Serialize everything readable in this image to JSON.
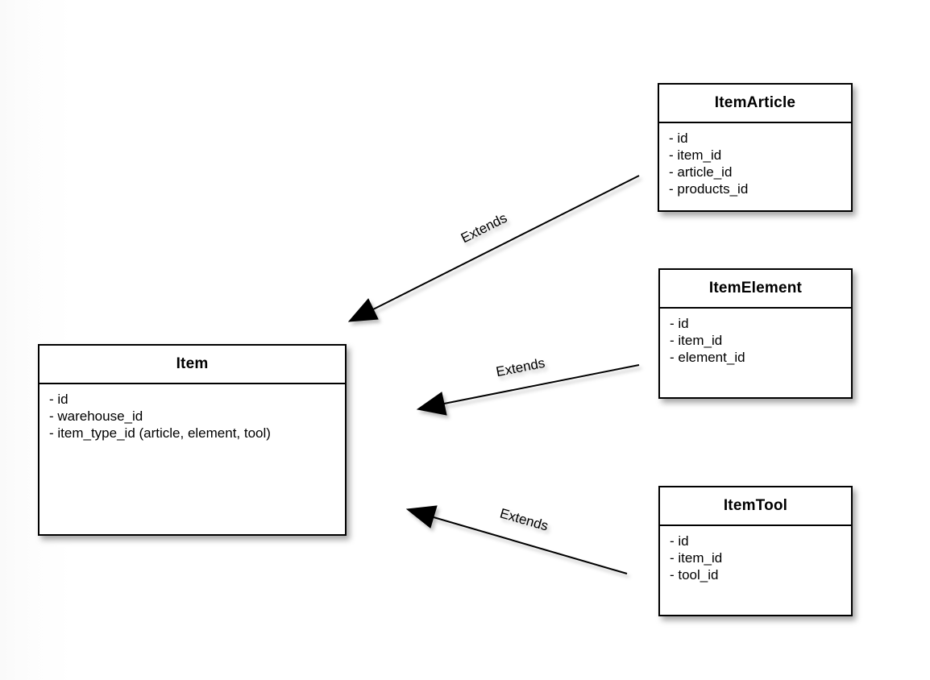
{
  "diagram": {
    "type": "uml-class-diagram",
    "colors": {
      "box_fill": "#ffffff",
      "box_border": "#000000",
      "text": "#000000",
      "background": "#ffffff",
      "arrow": "#000000"
    },
    "entities": [
      {
        "name": "Item",
        "attributes": [
          "- id",
          "- warehouse_id",
          "- item_type_id (article, element, tool)"
        ]
      },
      {
        "name": "ItemArticle",
        "attributes": [
          "- id",
          "- item_id",
          "- article_id",
          "- products_id"
        ]
      },
      {
        "name": "ItemElement",
        "attributes": [
          "- id",
          "- item_id",
          "- element_id"
        ]
      },
      {
        "name": "ItemTool",
        "attributes": [
          "- id",
          "- item_id",
          "- tool_id"
        ]
      }
    ],
    "relationships": [
      {
        "label": "Extends",
        "from": "ItemArticle",
        "to": "Item"
      },
      {
        "label": "Extends",
        "from": "ItemElement",
        "to": "Item"
      },
      {
        "label": "Extends",
        "from": "ItemTool",
        "to": "Item"
      }
    ]
  }
}
